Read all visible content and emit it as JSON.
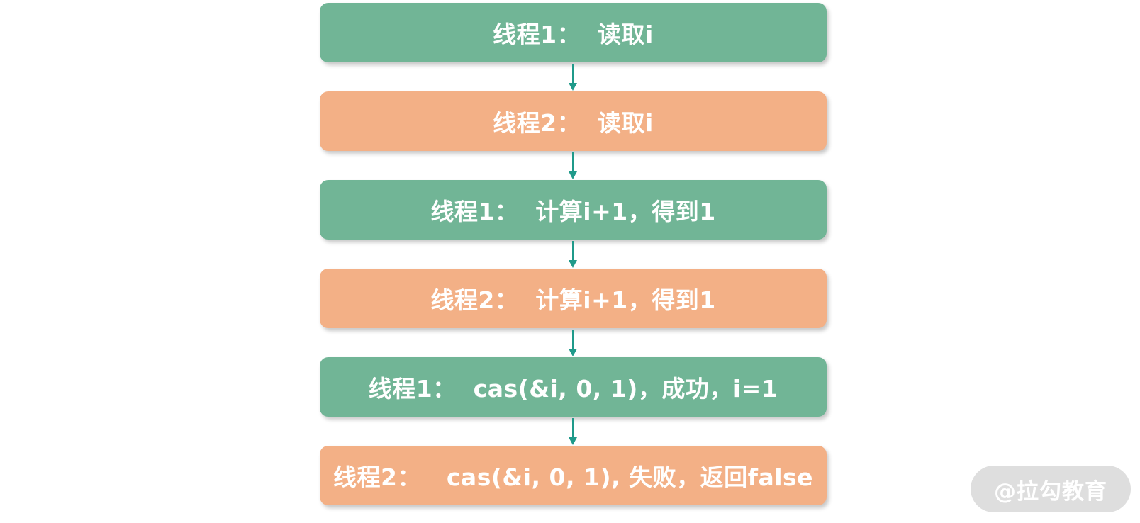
{
  "steps": [
    {
      "text": "线程1：  读取i",
      "color": "#71b596"
    },
    {
      "text": "线程2：  读取i",
      "color": "#f3b086"
    },
    {
      "text": "线程1：  计算i+1，得到1",
      "color": "#71b596"
    },
    {
      "text": "线程2：  计算i+1，得到1",
      "color": "#f3b086"
    },
    {
      "text": "线程1：  cas(&i, 0, 1)，成功，i=1",
      "color": "#71b596"
    },
    {
      "text": "线程2：   cas(&i, 0, 1), 失败，返回false",
      "color": "#f3b086"
    }
  ],
  "arrow_color": "#1f9a8a",
  "watermark": "@拉勾教育"
}
